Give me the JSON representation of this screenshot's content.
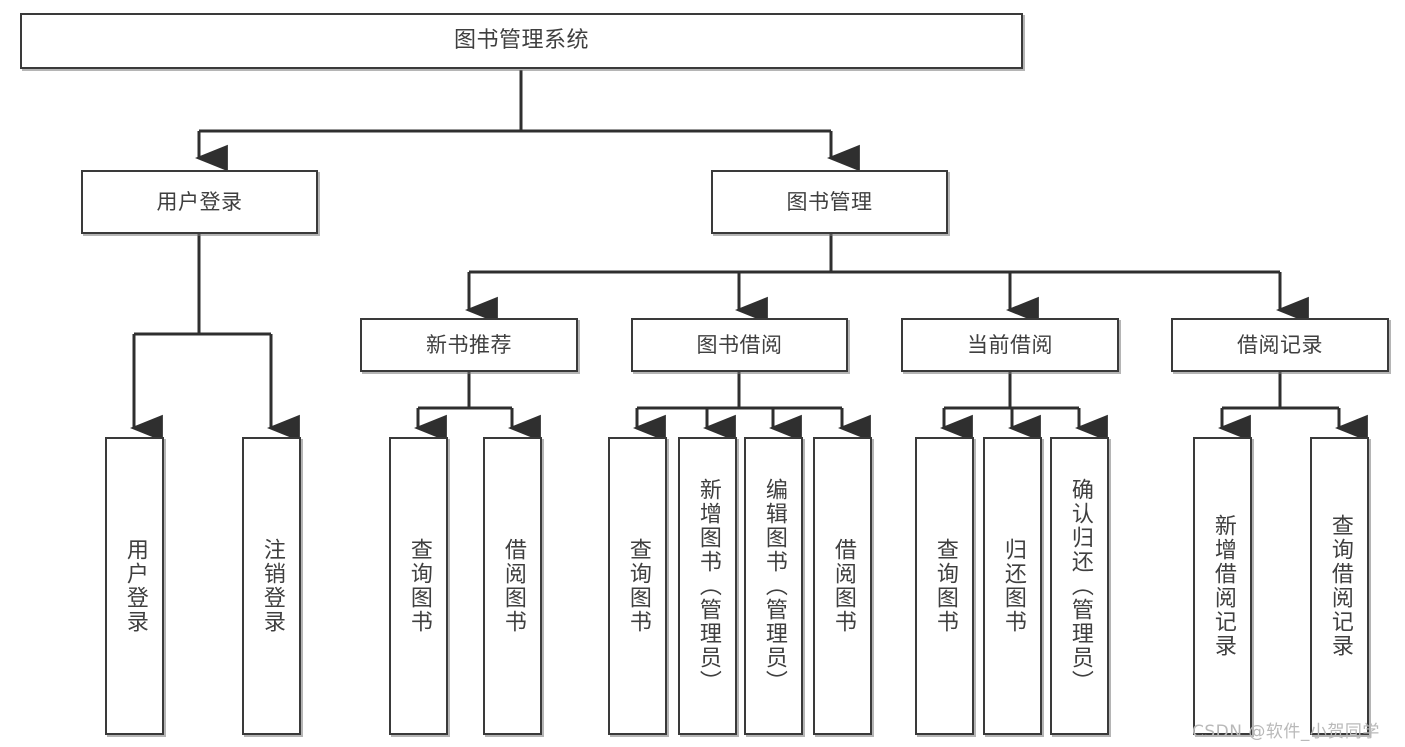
{
  "diagram": {
    "type": "tree-hierarchy-chart",
    "title": "图书管理系统",
    "watermark": "CSDN @软件_小贺同学",
    "colors": {
      "border": "#3a3a3a",
      "text": "#3f3f3f",
      "background": "#ffffff",
      "connector": "#2f2f2f",
      "watermark": "#b9b9b9"
    },
    "nodes": {
      "root": {
        "label": "图书管理系统"
      },
      "level2": [
        {
          "label": "用户登录"
        },
        {
          "label": "图书管理"
        }
      ],
      "level3": [
        {
          "label": "新书推荐"
        },
        {
          "label": "图书借阅"
        },
        {
          "label": "当前借阅"
        },
        {
          "label": "借阅记录"
        }
      ],
      "leaves": {
        "user_login": [
          {
            "label": "用户登录"
          },
          {
            "label": "注销登录"
          }
        ],
        "new_book_recommend": [
          {
            "label": "查询图书"
          },
          {
            "label": "借阅图书"
          }
        ],
        "book_borrow": [
          {
            "label": "查询图书"
          },
          {
            "label": "新增图书（管理员）"
          },
          {
            "label": "编辑图书（管理员）"
          },
          {
            "label": "借阅图书"
          }
        ],
        "current_borrow": [
          {
            "label": "查询图书"
          },
          {
            "label": "归还图书"
          },
          {
            "label": "确认归还（管理员）"
          }
        ],
        "borrow_records": [
          {
            "label": "新增借阅记录"
          },
          {
            "label": "查询借阅记录"
          }
        ]
      }
    }
  }
}
